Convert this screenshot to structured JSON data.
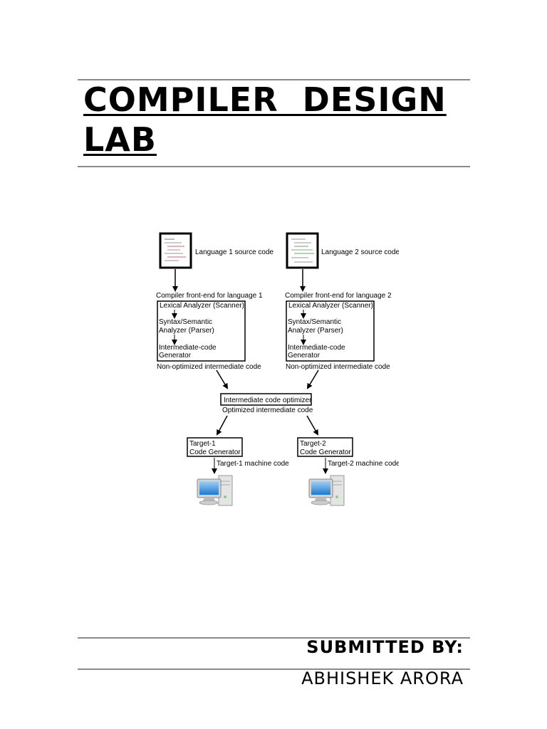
{
  "document": {
    "title_line1": "COMPILER  DESIGN",
    "title_line2": "LAB",
    "submitted_label": "SUBMITTED BY:",
    "author": "ABHISHEK ARORA"
  },
  "diagram": {
    "lang1_source": "Language 1 source code",
    "lang2_source": "Language 2 source code",
    "frontend1_label": "Compiler front-end for language 1",
    "frontend2_label": "Compiler front-end for language 2",
    "lexical": "Lexical Analyzer (Scanner)",
    "syntax_line1": "Syntax/Semantic",
    "syntax_line2": "Analyzer (Parser)",
    "intermediate_line1": "Intermediate-code",
    "intermediate_line2": "Generator",
    "non_optimized": "Non-optimized intermediate code",
    "optimizer": "Intermediate code optimizer",
    "optimized": "Optimized intermediate code",
    "target1_line1": "Target-1",
    "target1_line2": "Code Generator",
    "target2_line1": "Target-2",
    "target2_line2": "Code Generator",
    "target1_machine": "Target-1 machine code",
    "target2_machine": "Target-2 machine code",
    "icons": [
      "source-file-icon",
      "computer-icon"
    ]
  }
}
